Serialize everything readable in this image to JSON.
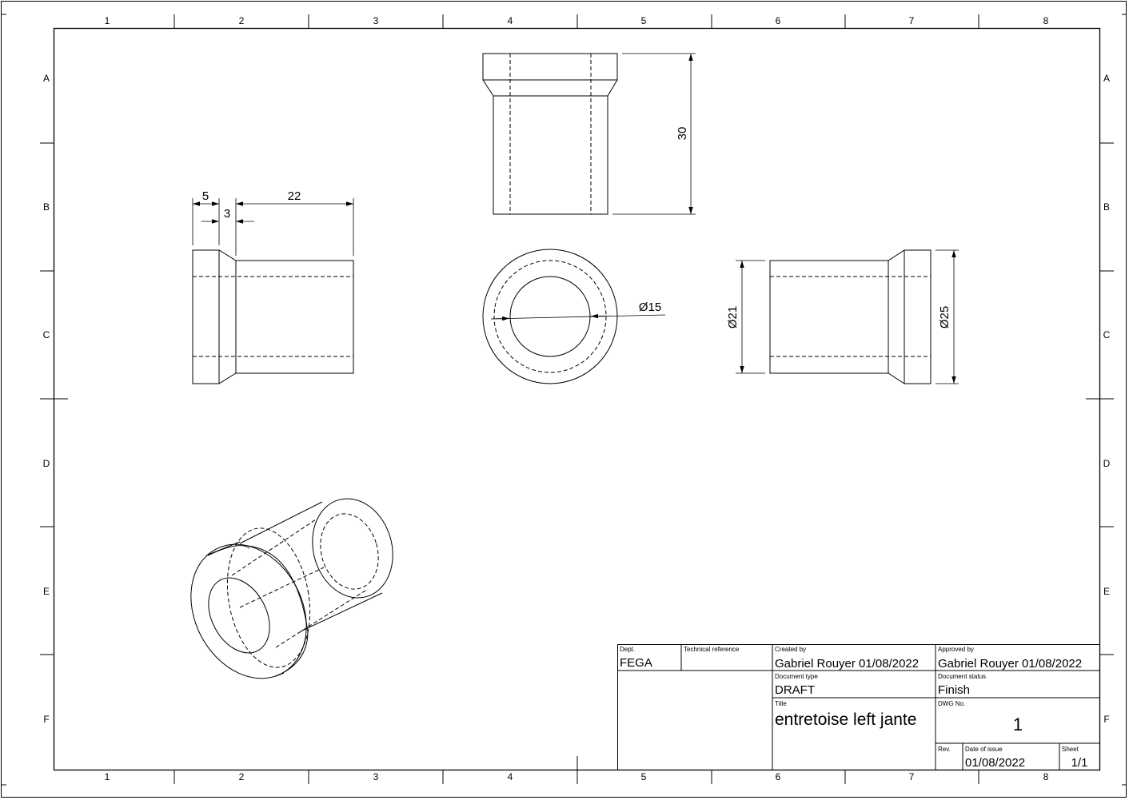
{
  "border": {
    "columns": [
      "1",
      "2",
      "3",
      "4",
      "5",
      "6",
      "7",
      "8"
    ],
    "rows": [
      "A",
      "B",
      "C",
      "D",
      "E",
      "F"
    ]
  },
  "dimensions": {
    "flange_width": "5",
    "chamfer_width": "3",
    "body_length": "22",
    "total_height": "30",
    "bore_diameter": "Ø15",
    "body_diameter": "Ø21",
    "flange_diameter": "Ø25"
  },
  "title_block": {
    "dept_label": "Dept.",
    "dept_value": "FEGA",
    "tech_ref_label": "Technical reference",
    "tech_ref_value": "",
    "created_by_label": "Created by",
    "created_by_value": "Gabriel Rouyer 01/08/2022",
    "approved_by_label": "Approved by",
    "approved_by_value": "Gabriel Rouyer 01/08/2022",
    "doc_type_label": "Document type",
    "doc_type_value": "DRAFT",
    "doc_status_label": "Document status",
    "doc_status_value": "Finish",
    "title_label": "Title",
    "title_value": "entretoise left jante",
    "dwg_no_label": "DWG No.",
    "dwg_no_value": "1",
    "rev_label": "Rev.",
    "rev_value": "",
    "date_label": "Date of issue",
    "date_value": "01/08/2022",
    "sheet_label": "Sheet",
    "sheet_value": "1/1"
  }
}
